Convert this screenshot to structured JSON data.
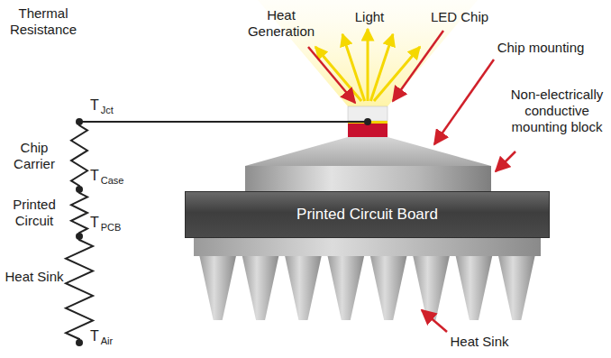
{
  "diagram": {
    "nodes": [
      {
        "text": [
          "Printed Circuit Board"
        ]
      }
    ],
    "labels": [
      "Thermal Resistance",
      "Heat Generation",
      "Light",
      "LED Chip",
      "Chip mounting",
      "Non-electrically conductive mounting block",
      "Heat Sink",
      "Chip Carrier",
      "Printed Circuit",
      "Heat Sink",
      "T",
      "Jct",
      "T",
      "Case",
      "T",
      "PCB",
      "T",
      "Air"
    ]
  }
}
